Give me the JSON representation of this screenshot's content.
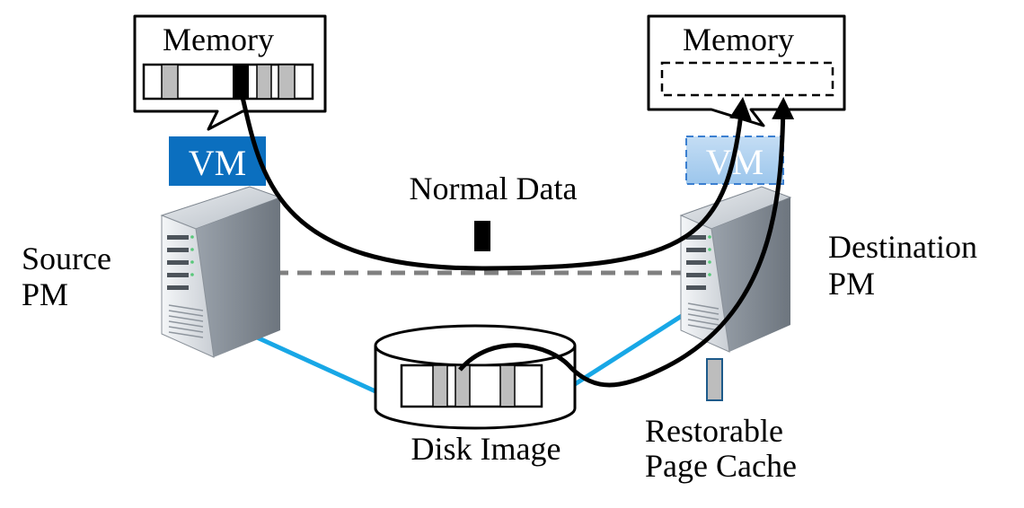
{
  "source_memory": {
    "title": "Memory"
  },
  "destination_memory": {
    "title": "Memory"
  },
  "source_vm": {
    "label": "VM",
    "color": "#0b6fbf"
  },
  "destination_vm": {
    "label": "VM",
    "color": "#a9cdee"
  },
  "source_pm": {
    "line1": "Source",
    "line2": "PM"
  },
  "destination_pm": {
    "line1": "Destination",
    "line2": "PM"
  },
  "normal_data": {
    "label": "Normal Data"
  },
  "disk_image": {
    "label": "Disk Image"
  },
  "page_cache": {
    "line1": "Restorable",
    "line2": "Page Cache"
  },
  "colors": {
    "link": "#18a7e6",
    "network": "#808080",
    "page": "#bdbdbd",
    "arrow": "#000000"
  }
}
